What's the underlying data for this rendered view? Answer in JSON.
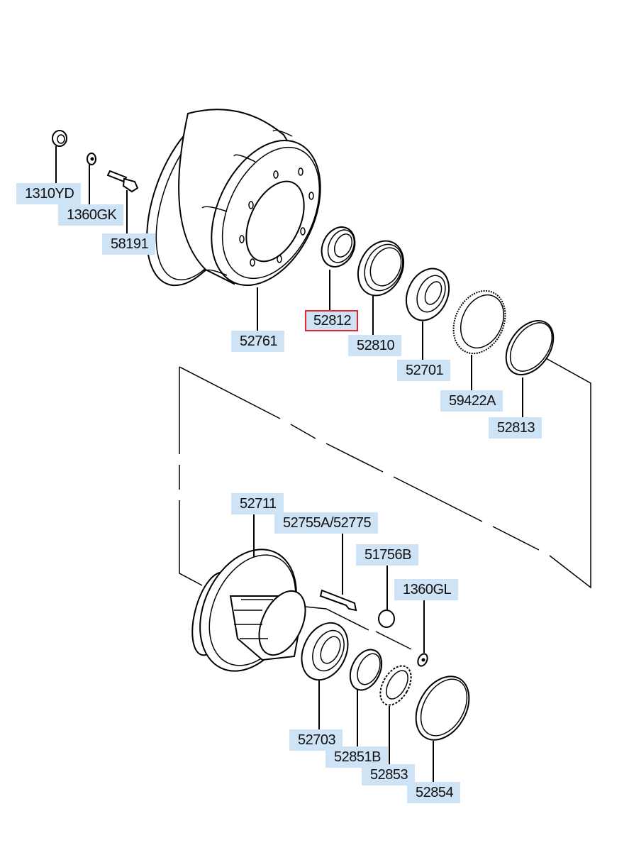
{
  "diagram": {
    "title": "Rear axle hub / brake drum exploded parts diagram",
    "highlight_color": "#e0282e",
    "label_bg_color": "#cfe3f6",
    "selected_part": "52812",
    "labels": [
      {
        "id": "1310YD",
        "text": "1310YD"
      },
      {
        "id": "1360GK",
        "text": "1360GK"
      },
      {
        "id": "58191",
        "text": "58191"
      },
      {
        "id": "52761",
        "text": "52761"
      },
      {
        "id": "52812",
        "text": "52812"
      },
      {
        "id": "52810",
        "text": "52810"
      },
      {
        "id": "52701",
        "text": "52701"
      },
      {
        "id": "59422A",
        "text": "59422A"
      },
      {
        "id": "52813",
        "text": "52813"
      },
      {
        "id": "52711",
        "text": "52711"
      },
      {
        "id": "52755A_52775",
        "text": "52755A/52775"
      },
      {
        "id": "51756B",
        "text": "51756B"
      },
      {
        "id": "1360GL",
        "text": "1360GL"
      },
      {
        "id": "52703",
        "text": "52703"
      },
      {
        "id": "52851B",
        "text": "52851B"
      },
      {
        "id": "52853",
        "text": "52853"
      },
      {
        "id": "52854",
        "text": "52854"
      }
    ]
  }
}
